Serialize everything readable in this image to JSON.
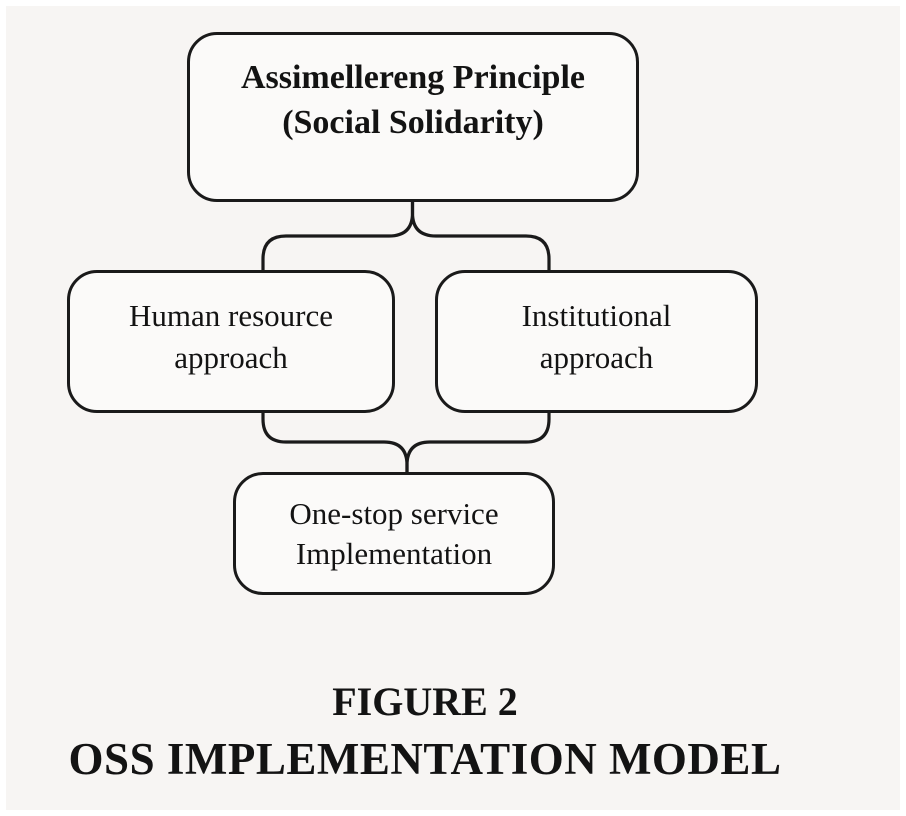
{
  "diagram": {
    "top_box": {
      "line1": "Assimellereng Principle",
      "line2": "(Social Solidarity)"
    },
    "left_box": {
      "line1": "Human resource",
      "line2": "approach"
    },
    "right_box": {
      "line1": "Institutional",
      "line2": "approach"
    },
    "bottom_box": {
      "line1": "One-stop service",
      "line2": "Implementation"
    }
  },
  "caption": {
    "line1": "FIGURE 2",
    "line2": "OSS IMPLEMENTATION MODEL"
  },
  "colors": {
    "border": "#1a1a1a",
    "background": "#f7f5f3",
    "box_fill": "#fbfaf9",
    "text": "#131313"
  }
}
